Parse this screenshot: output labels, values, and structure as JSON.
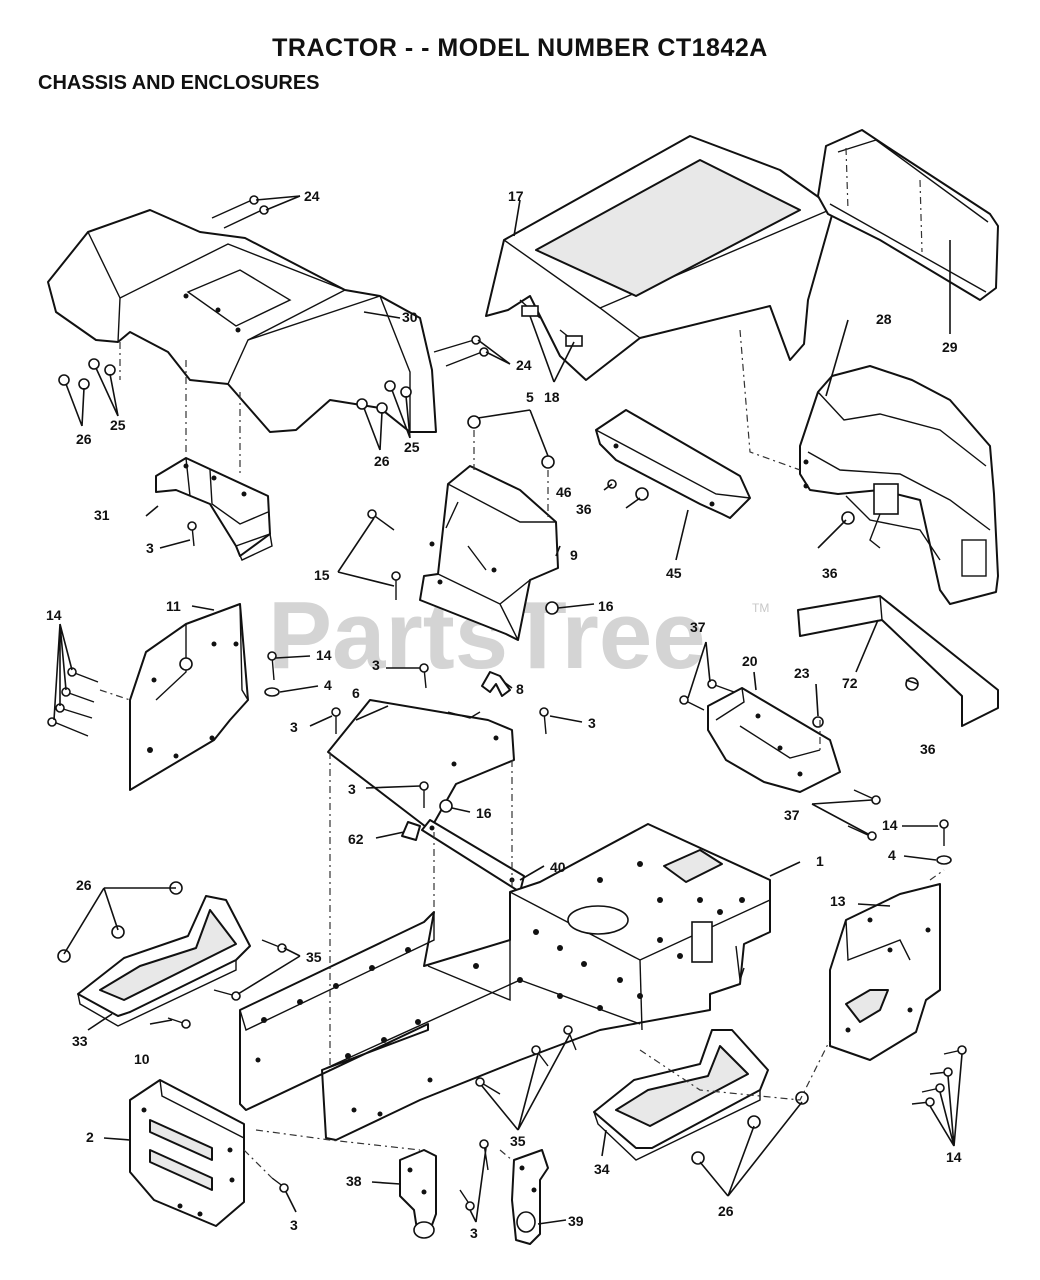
{
  "page": {
    "title": "TRACTOR - - MODEL NUMBER CT1842A",
    "subtitle": "CHASSIS AND ENCLOSURES",
    "watermark": "PartsTree",
    "trademark": "TM"
  },
  "callouts": {
    "c1": "1",
    "c2": "2",
    "c3a": "3",
    "c3b": "3",
    "c3c": "3",
    "c3d": "3",
    "c3e": "3",
    "c3f": "3",
    "c3g": "3",
    "c4a": "4",
    "c4b": "4",
    "c5": "5",
    "c6": "6",
    "c8": "8",
    "c9": "9",
    "c10": "10",
    "c11": "11",
    "c13": "13",
    "c14a": "14",
    "c14b": "14",
    "c14c": "14",
    "c14d": "14",
    "c15": "15",
    "c16a": "16",
    "c16b": "16",
    "c17": "17",
    "c18": "18",
    "c20": "20",
    "c23": "23",
    "c24a": "24",
    "c24b": "24",
    "c25a": "25",
    "c25b": "25",
    "c26a": "26",
    "c26b": "26",
    "c26c": "26",
    "c26d": "26",
    "c28": "28",
    "c29": "29",
    "c30": "30",
    "c31": "31",
    "c33": "33",
    "c34": "34",
    "c35a": "35",
    "c35b": "35",
    "c36a": "36",
    "c36b": "36",
    "c36c": "36",
    "c37a": "37",
    "c37b": "37",
    "c38": "38",
    "c39": "39",
    "c40": "40",
    "c45": "45",
    "c46": "46",
    "c62": "62",
    "c72": "72"
  }
}
